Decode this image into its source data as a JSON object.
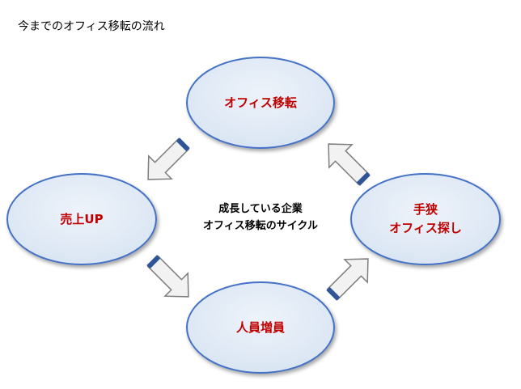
{
  "title": "今までのオフィス移転の流れ",
  "center_text": [
    "成長している企業",
    "オフィス移転のサイクル"
  ],
  "colors": {
    "node_fill": "#dde8f4",
    "node_stroke": "#4472c4",
    "node_text": "#c00000",
    "arrow_fill": "#f2f2f2",
    "arrow_stroke": "#7f7f7f",
    "arrow_base": "#2f5597"
  },
  "nodes": {
    "office_move": {
      "label": "オフィス移転"
    },
    "sales_up": {
      "label": "売上UP"
    },
    "staff_increase": {
      "label": "人員増員"
    },
    "cramped_search": {
      "label_lines": [
        "手狭",
        "オフィス探し"
      ]
    }
  }
}
